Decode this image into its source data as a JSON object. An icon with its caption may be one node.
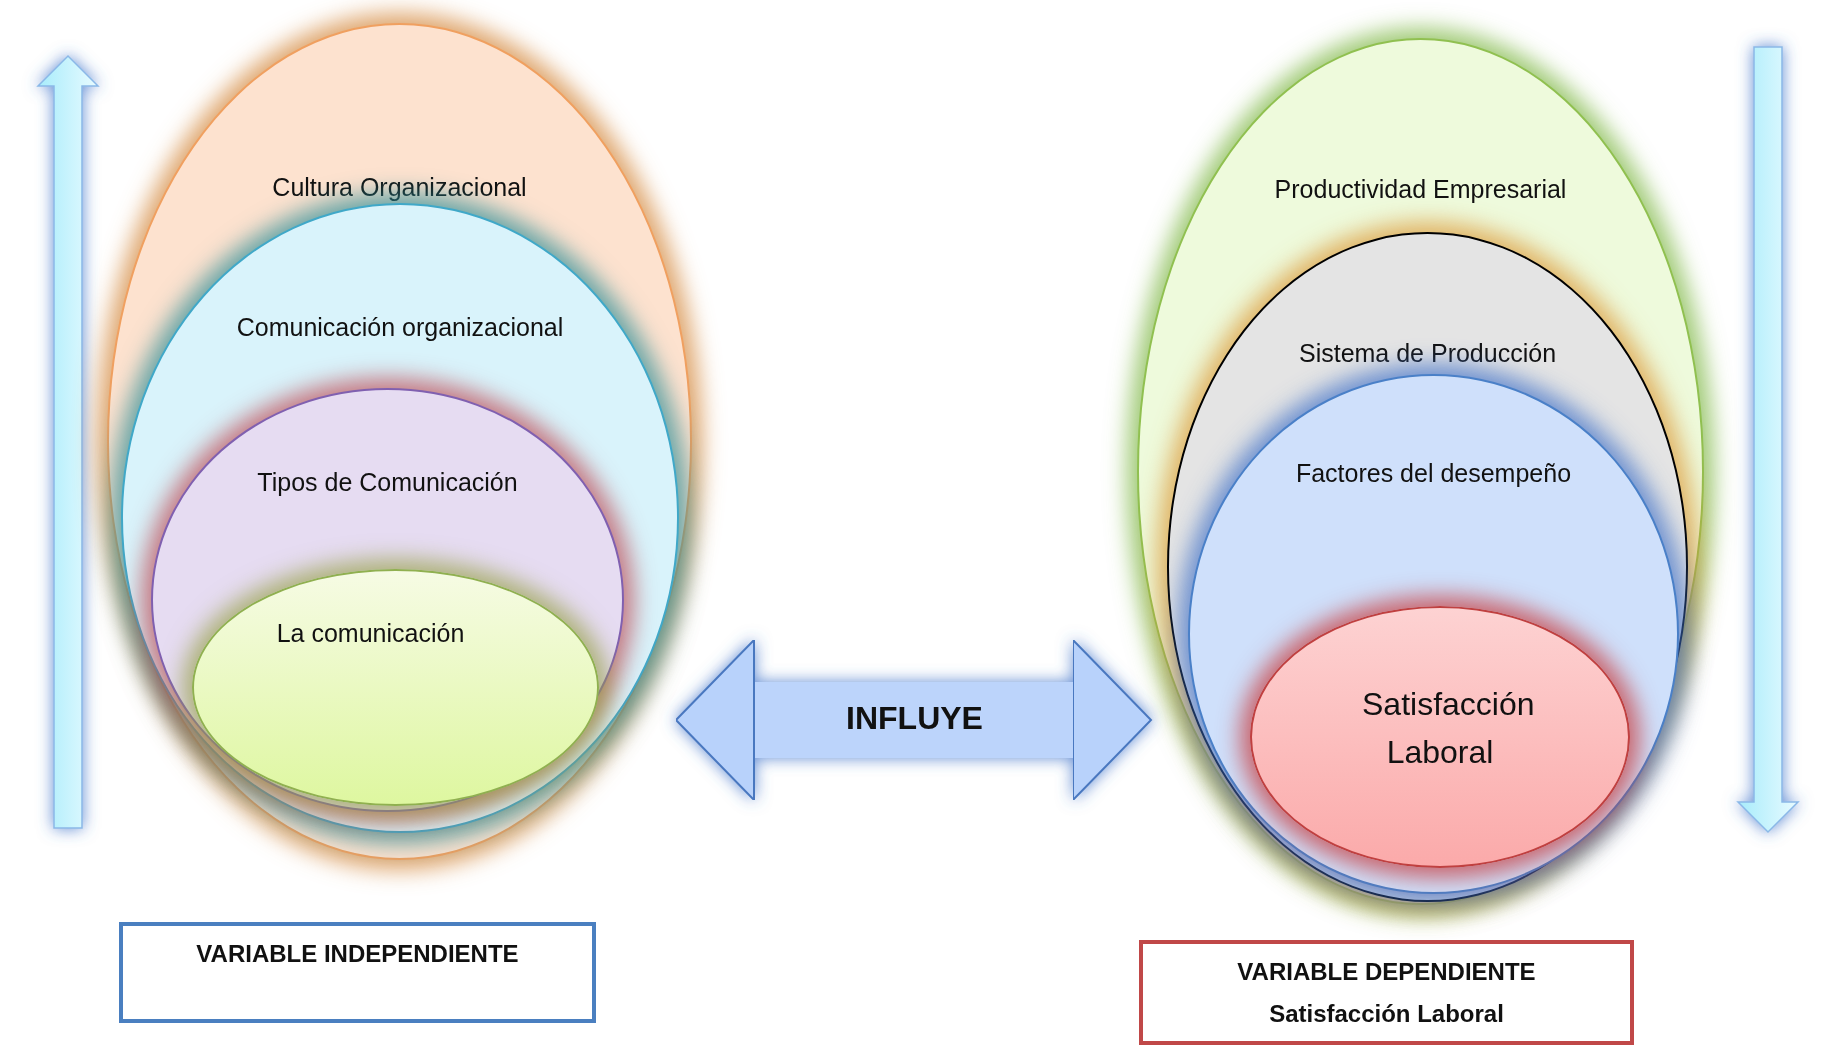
{
  "diagram": {
    "nodes": [
      {
        "text": [
          "Cultura Organizacional"
        ]
      },
      {
        "text": [
          "Comunicación organizacional"
        ],
        "in": 0
      },
      {
        "text": [
          "Tipos de Comunicación"
        ],
        "in": 1
      },
      {
        "text": [
          "La comunicación"
        ],
        "in": 2
      },
      {
        "text": [
          "Productividad Empresarial"
        ]
      },
      {
        "text": [
          "Sistema  de Producción"
        ],
        "in": 4
      },
      {
        "text": [
          "Factores del desempeño"
        ],
        "in": 5
      },
      {
        "text": [
          "Satisfacción Laboral"
        ],
        "in": 6
      },
      {
        "text": [
          "VARIABLE INDEPENDIENTE"
        ]
      },
      {
        "text": [
          "VARIABLE DEPENDIENTE",
          "Satisfacción Laboral"
        ]
      }
    ],
    "edges": [
      {
        "from": 0,
        "to": 4,
        "arrow": "both",
        "label": "INFLUYE"
      }
    ]
  }
}
